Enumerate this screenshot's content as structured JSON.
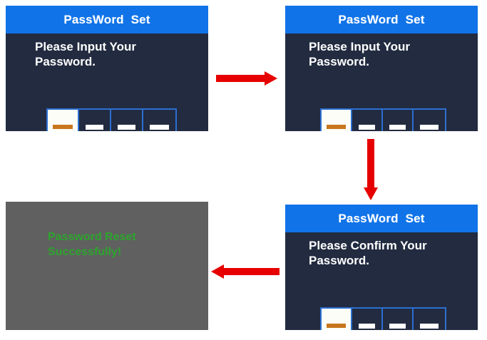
{
  "diagram": {
    "title": "Password Set Flow",
    "accent_blue": "#1073e8",
    "screen_bg": "#222b40",
    "box_border": "#2c6fd1",
    "arrow_color": "#e60000",
    "success_green": "#2da42d",
    "gray_bg": "#606060",
    "active_cell_bg": "#fdfdf8",
    "active_dash_color": "#c8761c"
  },
  "panels": {
    "input_first": {
      "header_title": "PassWord  Set",
      "prompt": "Please Input Your\nPassword.",
      "password_cells": [
        {
          "state": "active",
          "marker": "dash"
        },
        {
          "state": "empty",
          "marker": "dash"
        },
        {
          "state": "empty",
          "marker": "dash"
        },
        {
          "state": "empty",
          "marker": "dash"
        }
      ]
    },
    "input_second": {
      "header_title": "PassWord  Set",
      "prompt": "Please Input Your\nPassword.",
      "password_cells": [
        {
          "state": "active",
          "marker": "dash"
        },
        {
          "state": "empty",
          "marker": "dash"
        },
        {
          "state": "empty",
          "marker": "dash"
        },
        {
          "state": "empty",
          "marker": "dash"
        }
      ]
    },
    "confirm": {
      "header_title": "PassWord  Set",
      "prompt": "Please Confirm Your\nPassword.",
      "password_cells": [
        {
          "state": "active",
          "marker": "dash"
        },
        {
          "state": "empty",
          "marker": "dash"
        },
        {
          "state": "empty",
          "marker": "dash"
        },
        {
          "state": "empty",
          "marker": "dash"
        }
      ]
    },
    "result": {
      "message": "Password  Reset\nSuccessfully!"
    }
  },
  "arrows": [
    {
      "name": "arrow-right-top",
      "direction": "right"
    },
    {
      "name": "arrow-down-right",
      "direction": "down"
    },
    {
      "name": "arrow-left-bottom",
      "direction": "left"
    }
  ]
}
